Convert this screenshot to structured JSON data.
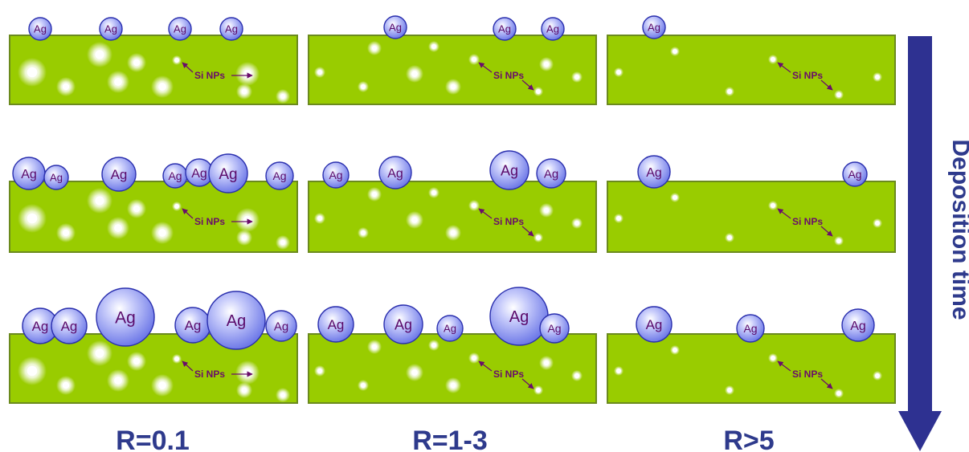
{
  "columns": [
    {
      "label": "R=0.1"
    },
    {
      "label": "R=1-3"
    },
    {
      "label": "R>5"
    }
  ],
  "arrow": {
    "label": "Deposition time"
  },
  "particle_label": "Ag",
  "nanoparticle_label": "Si NPs",
  "colors": {
    "substrate": "#99cc00",
    "substrate_border": "#6b8a1e",
    "particle_fill": "#6f7ae8",
    "particle_border": "#2a2fae",
    "label_text": "#5a0a6a",
    "heading_text": "#2e3a8c",
    "arrow": "#2e3191"
  }
}
